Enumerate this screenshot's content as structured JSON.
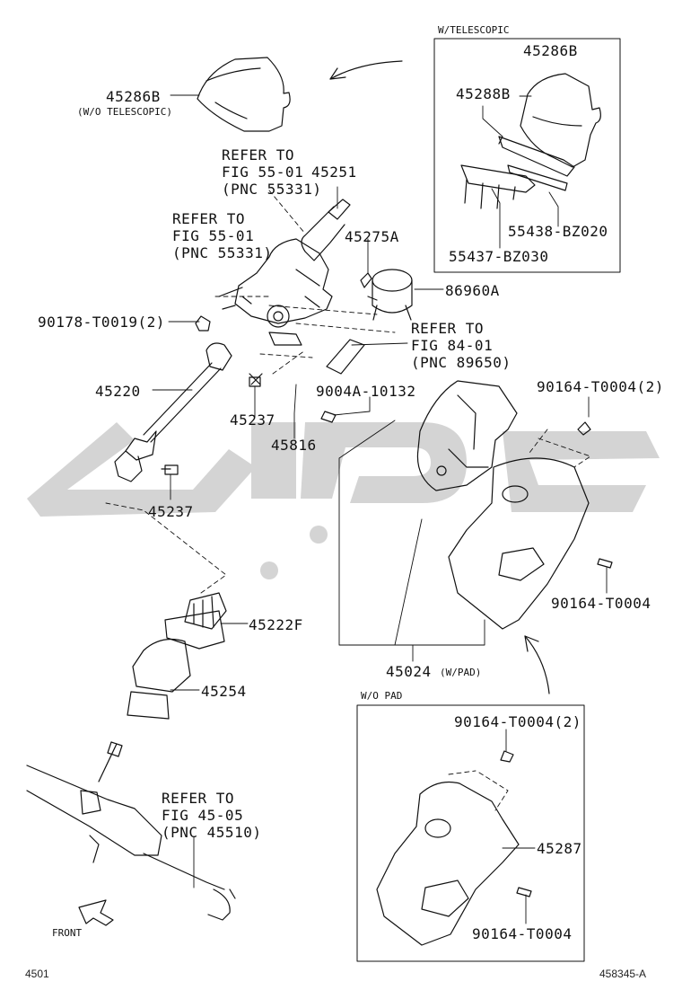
{
  "insets": {
    "telescopic": {
      "title": "W/TELESCOPIC"
    },
    "no_pad": {
      "title": "W/O PAD"
    }
  },
  "labels": {
    "p45286b_top": "45286B",
    "p45286b_note": "(W/O TELESCOPIC)",
    "p45286b_inset": "45286B",
    "p45288b": "45288B",
    "p55438": "55438-BZ020",
    "p55437": "55437-BZ030",
    "ref1_l1": "REFER TO",
    "ref1_l2": "FIG 55-01",
    "ref1_l3": "(PNC 55331)",
    "p45251": "45251",
    "ref2_l1": "REFER TO",
    "ref2_l2": "FIG 55-01",
    "ref2_l3": "(PNC 55331)",
    "p45275a": "45275A",
    "p86960a": "86960A",
    "p90178": "90178-T0019(2)",
    "ref3_l1": "REFER TO",
    "ref3_l2": "FIG 84-01",
    "ref3_l3": "(PNC 89650)",
    "p45220": "45220",
    "p9004a": "9004A-10132",
    "p90164_2_top": "90164-T0004(2)",
    "p45237_a": "45237",
    "p45816": "45816",
    "p45237_b": "45237",
    "p90164_mid": "90164-T0004",
    "p45222f": "45222F",
    "p45024": "45024",
    "p45024_note": "(W/PAD)",
    "p45254": "45254",
    "p90164_2_low": "90164-T0004(2)",
    "ref4_l1": "REFER TO",
    "ref4_l2": "FIG 45-05",
    "ref4_l3": "(PNC 45510)",
    "p45287": "45287",
    "p90164_low": "90164-T0004",
    "front": "FRONT"
  },
  "footer": {
    "left": "4501",
    "right": "458345-A"
  },
  "colors": {
    "ink": "#111111",
    "watermark": "#d4d4d4",
    "paper": "#ffffff"
  },
  "icons": [
    "watermark-logo",
    "front-arrow-icon",
    "rotation-arrow-icon"
  ]
}
